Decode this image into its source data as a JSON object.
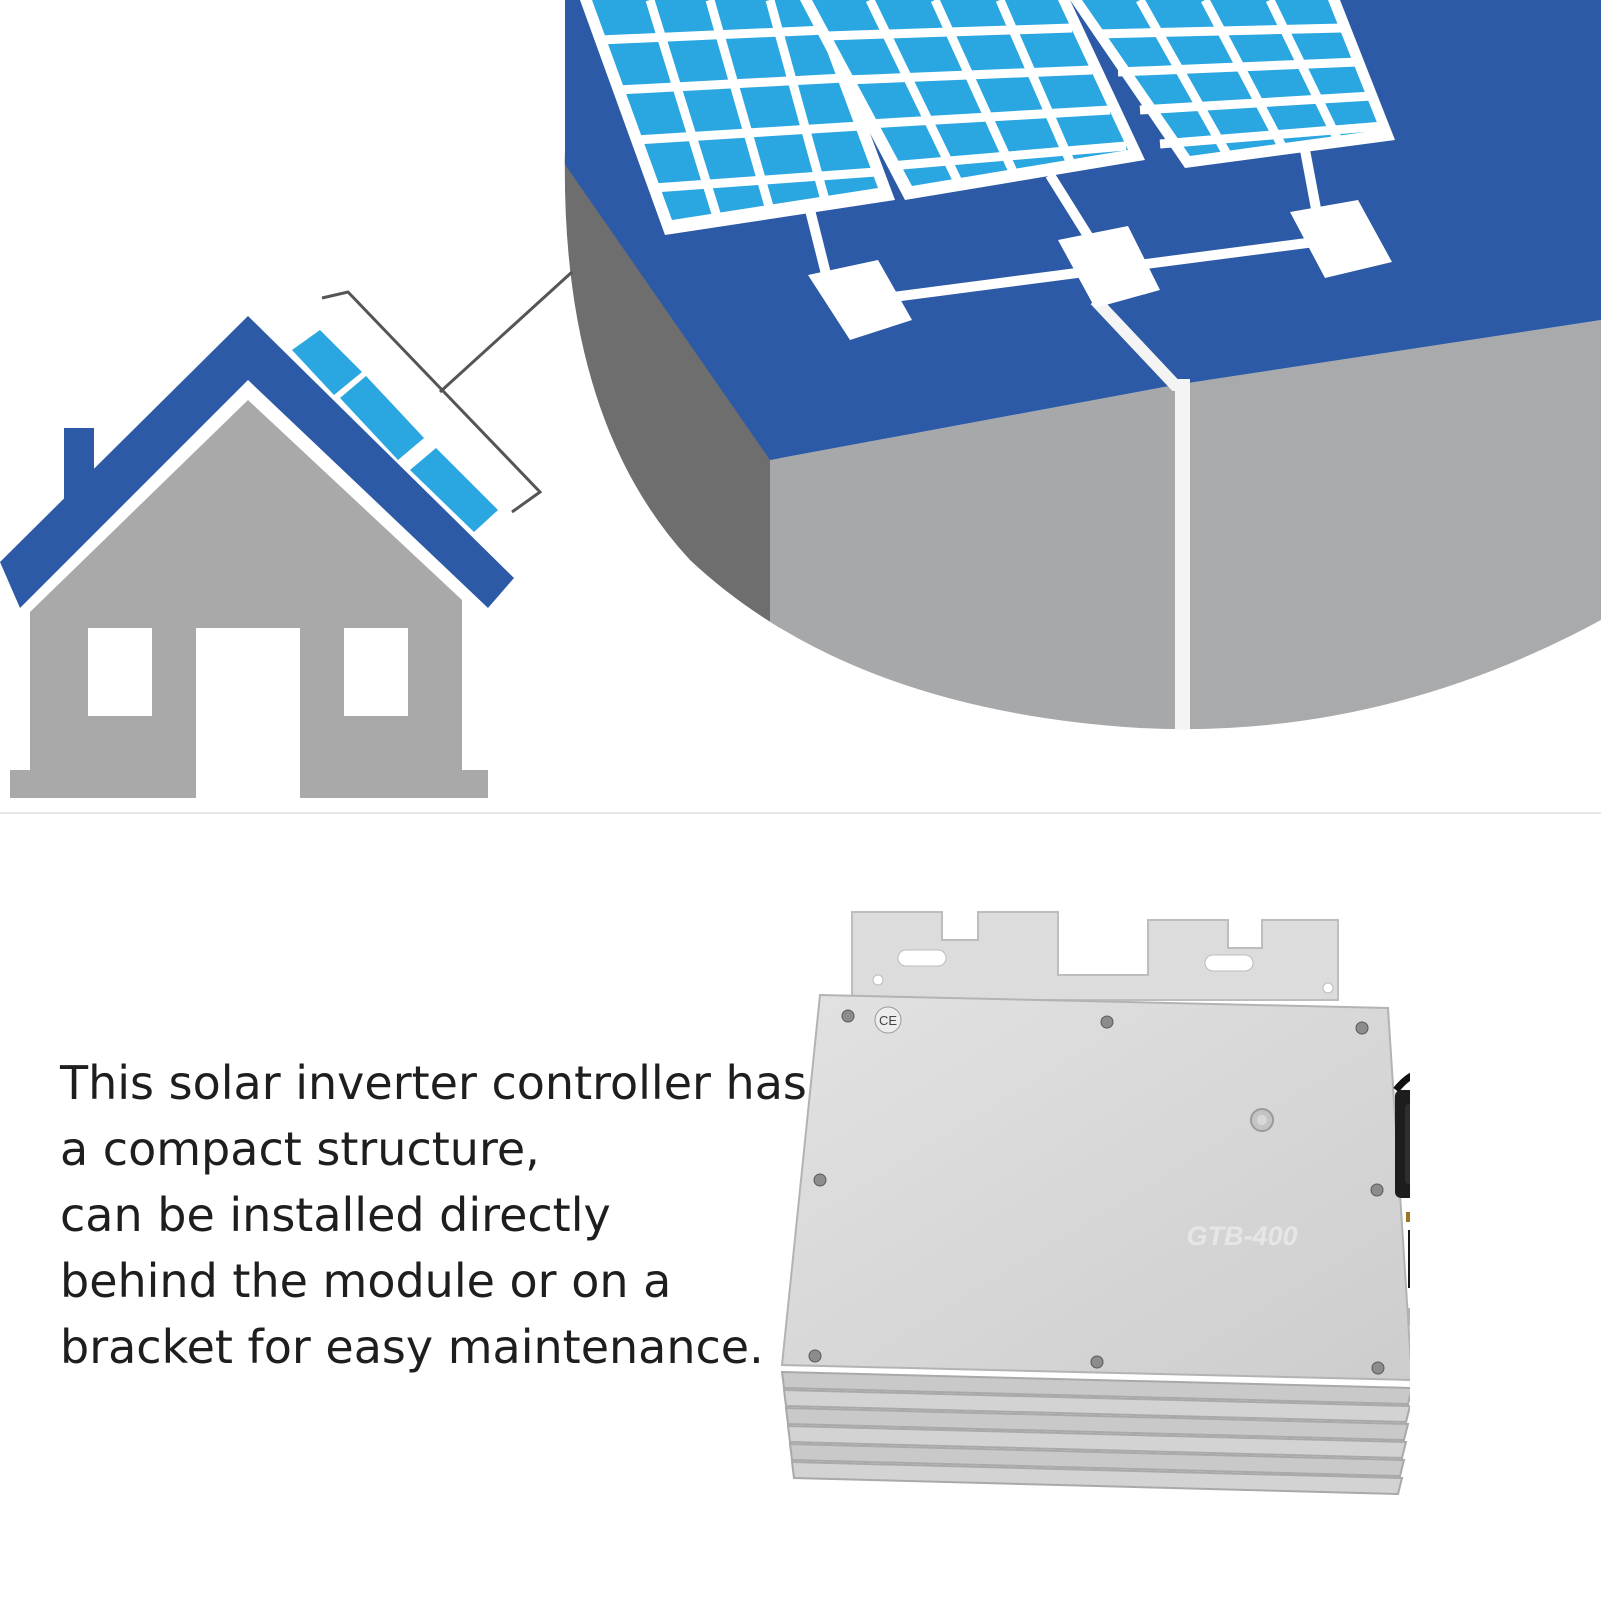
{
  "description": {
    "lines": [
      "This solar inverter controller has",
      "a compact structure,",
      "can be installed directly",
      "behind the module or on a",
      "bracket for easy maintenance."
    ]
  },
  "product": {
    "model_marking": "GTB-400",
    "certification_mark": "CE"
  },
  "colors": {
    "roof_blue": "#2d5aa6",
    "panel_cell": "#2aa6e0",
    "wall_gray": "#a9a9a9",
    "housing_silver": "#d4d4d4"
  }
}
